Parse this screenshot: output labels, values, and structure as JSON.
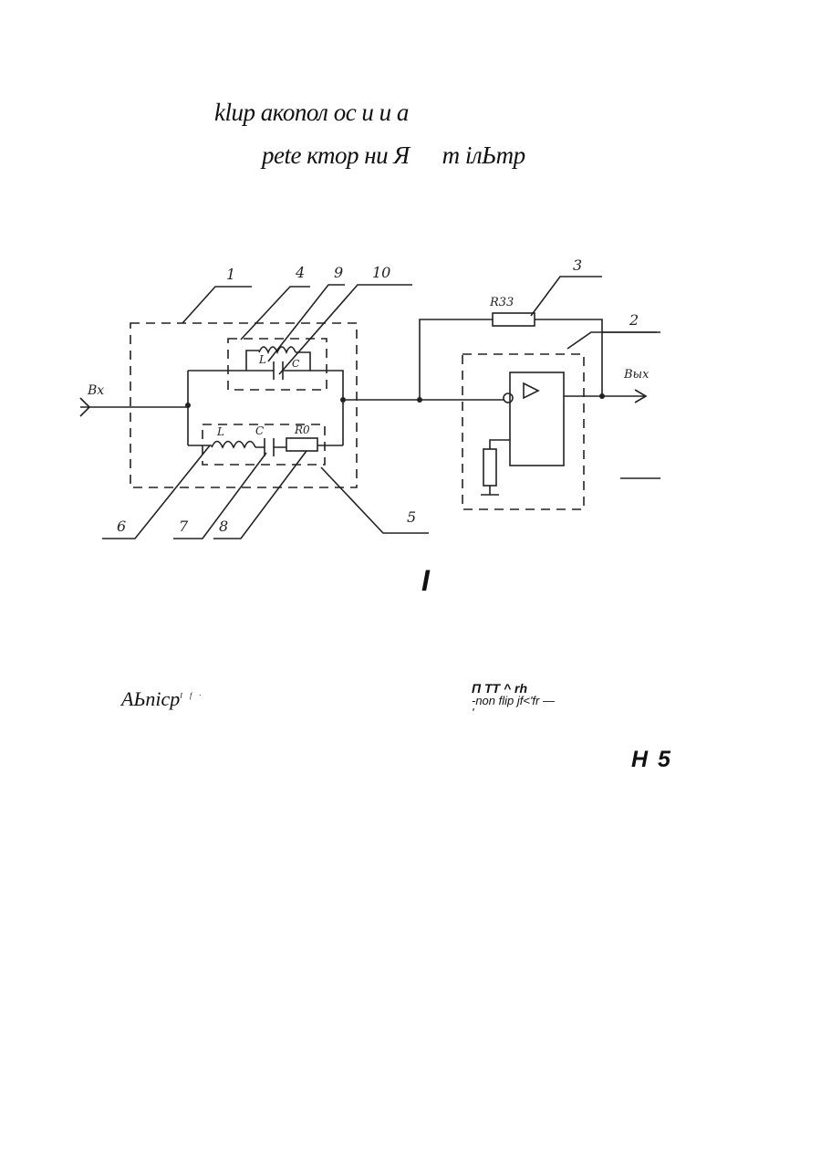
{
  "header": {
    "line1": "klup акопол ос и и а",
    "line2a": "pete ктор ни Я",
    "line2b": "т ілЬтр"
  },
  "diagram": {
    "input_label": "Вх",
    "output_label": "Вых",
    "resistor_feedback_label": "R33",
    "inductor_top_label": "L",
    "capacitor_top_label": "C",
    "inductor_bottom_label": "L",
    "capacitor_bottom_label": "C",
    "resistor_bottom_label": "R0",
    "callouts": [
      "1",
      "4",
      "9",
      "10",
      "3",
      "2",
      "6",
      "7",
      "8",
      "5"
    ]
  },
  "figure_label": "I",
  "footer": {
    "authors": "AЬnicp",
    "authors_sup": "I f ·",
    "garbled_line1": "П   ΤΤ      ^    rh",
    "garbled_line2": "-non  flip jf<'fr        —",
    "garbled_line3": "'",
    "order_no": "H 5"
  }
}
